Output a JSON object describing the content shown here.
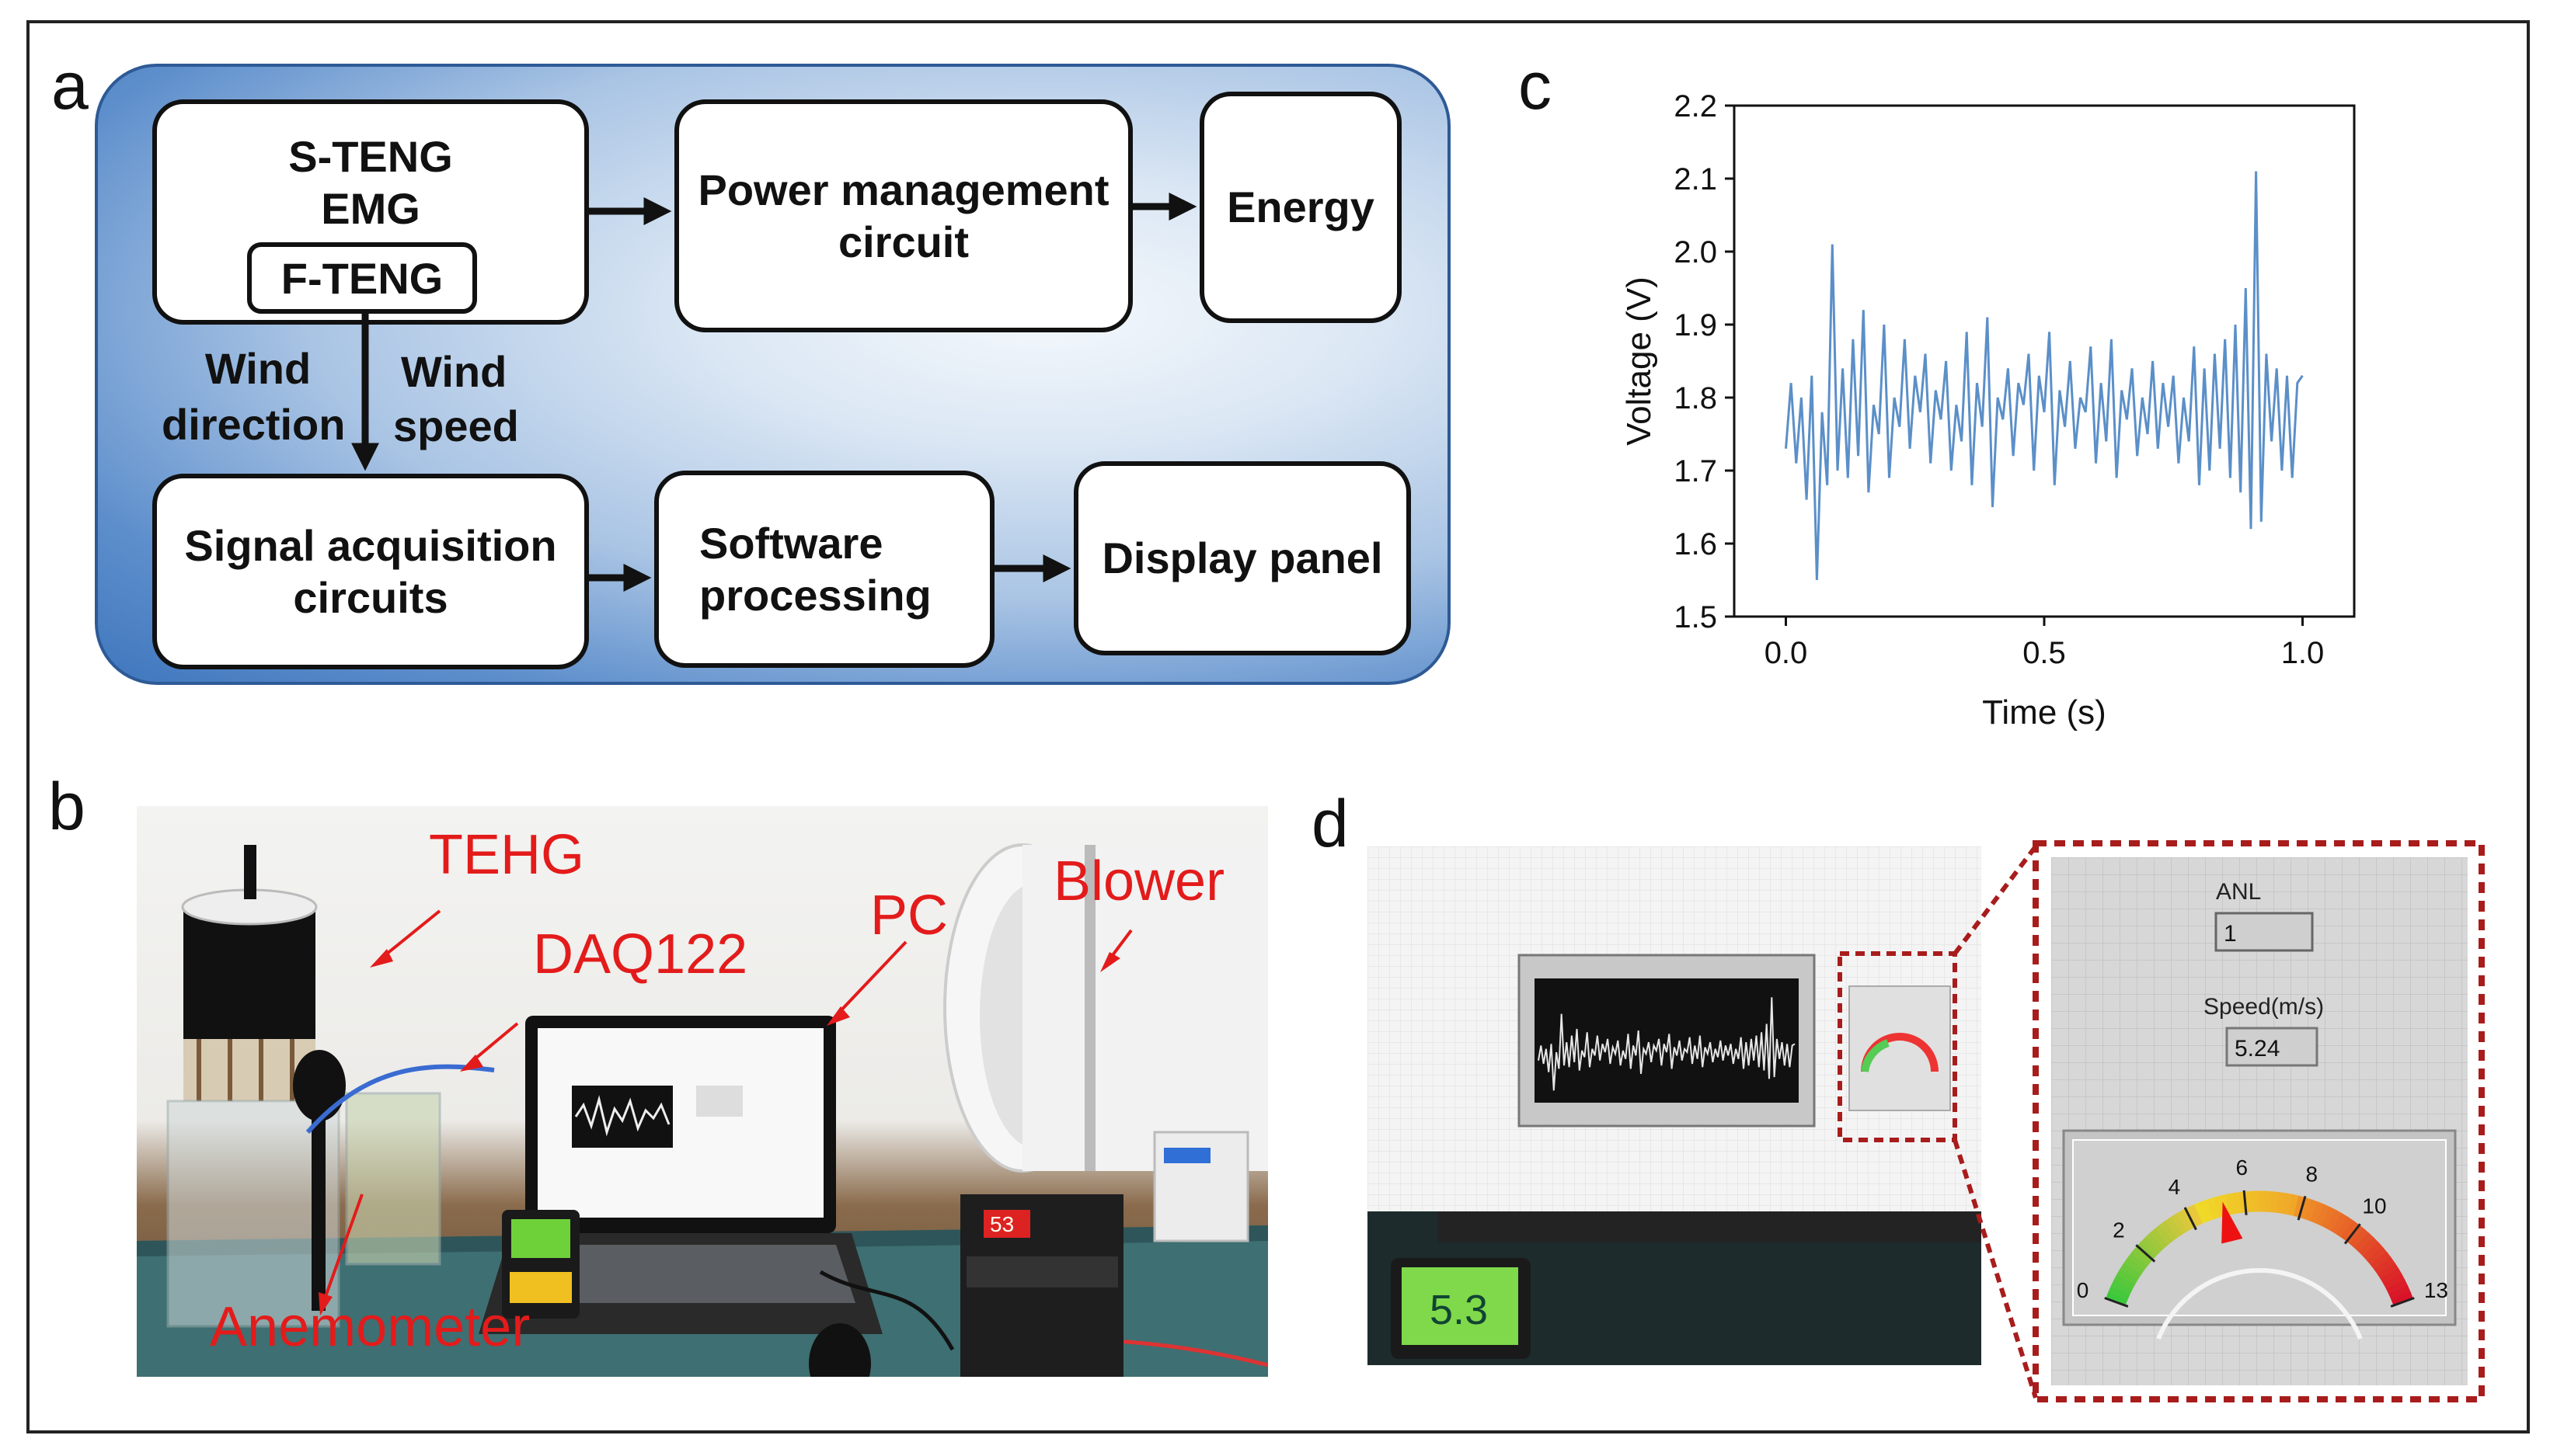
{
  "panels": {
    "a": "a",
    "b": "b",
    "c": "c",
    "d": "d"
  },
  "diagram": {
    "steng_line1": "S-TENG",
    "steng_line2": "EMG",
    "fteng": "F-TENG",
    "power_line1": "Power management",
    "power_line2": "circuit",
    "energy": "Energy",
    "signal_line1": "Signal acquisition",
    "signal_line2": "circuits",
    "software_line1": "Software",
    "software_line2": "processing",
    "display": "Display panel",
    "wind_direction_line1": "Wind",
    "wind_direction_line2": "direction",
    "wind_speed_line1": "Wind",
    "wind_speed_line2": "speed"
  },
  "photo_b": {
    "tehg": "TEHG",
    "daq": "DAQ122",
    "pc": "PC",
    "blower": "Blower",
    "anemometer": "Anemometer",
    "meter_reading": "53"
  },
  "panel_d": {
    "anl_label": "ANL",
    "anl_value": "1",
    "speed_label": "Speed(m/s)",
    "speed_value": "5.24",
    "gauge_ticks": [
      "0",
      "2",
      "4",
      "6",
      "8",
      "10",
      "13"
    ],
    "gauge_value": 5.24,
    "meter_reading": "5.3"
  },
  "chart_data": {
    "type": "line",
    "xlabel": "Time (s)",
    "ylabel": "Voltage (V)",
    "xlim": [
      -0.1,
      1.1
    ],
    "ylim": [
      1.5,
      2.2
    ],
    "xticks": [
      0.0,
      0.5,
      1.0
    ],
    "xtick_labels": [
      "0.0",
      "0.5",
      "1.0"
    ],
    "yticks": [
      1.5,
      1.6,
      1.7,
      1.8,
      1.9,
      2.0,
      2.1,
      2.2
    ],
    "ytick_labels": [
      "1.5",
      "1.6",
      "1.7",
      "1.8",
      "1.9",
      "2.0",
      "2.1",
      "2.2"
    ],
    "grid": false,
    "color": "#5b8fc8",
    "series": [
      {
        "x": [
          0.0,
          0.01,
          0.02,
          0.03,
          0.04,
          0.05,
          0.06,
          0.07,
          0.08,
          0.09,
          0.1,
          0.11,
          0.12,
          0.13,
          0.14,
          0.15,
          0.16,
          0.17,
          0.18,
          0.19,
          0.2,
          0.21,
          0.22,
          0.23,
          0.24,
          0.25,
          0.26,
          0.27,
          0.28,
          0.29,
          0.3,
          0.31,
          0.32,
          0.33,
          0.34,
          0.35,
          0.36,
          0.37,
          0.38,
          0.39,
          0.4,
          0.41,
          0.42,
          0.43,
          0.44,
          0.45,
          0.46,
          0.47,
          0.48,
          0.49,
          0.5,
          0.51,
          0.52,
          0.53,
          0.54,
          0.55,
          0.56,
          0.57,
          0.58,
          0.59,
          0.6,
          0.61,
          0.62,
          0.63,
          0.64,
          0.65,
          0.66,
          0.67,
          0.68,
          0.69,
          0.7,
          0.71,
          0.72,
          0.73,
          0.74,
          0.75,
          0.76,
          0.77,
          0.78,
          0.79,
          0.8,
          0.81,
          0.82,
          0.83,
          0.84,
          0.85,
          0.86,
          0.87,
          0.88,
          0.89,
          0.9,
          0.91,
          0.92,
          0.93,
          0.94,
          0.95,
          0.96,
          0.97,
          0.98,
          0.99,
          1.0
        ],
        "y": [
          1.73,
          1.82,
          1.71,
          1.8,
          1.66,
          1.83,
          1.55,
          1.78,
          1.68,
          2.01,
          1.7,
          1.84,
          1.69,
          1.88,
          1.72,
          1.92,
          1.67,
          1.79,
          1.75,
          1.9,
          1.69,
          1.8,
          1.76,
          1.88,
          1.73,
          1.83,
          1.78,
          1.86,
          1.71,
          1.81,
          1.77,
          1.85,
          1.7,
          1.79,
          1.74,
          1.89,
          1.68,
          1.82,
          1.76,
          1.91,
          1.65,
          1.8,
          1.77,
          1.84,
          1.72,
          1.82,
          1.79,
          1.86,
          1.7,
          1.83,
          1.78,
          1.89,
          1.68,
          1.81,
          1.76,
          1.85,
          1.73,
          1.8,
          1.78,
          1.87,
          1.71,
          1.82,
          1.74,
          1.88,
          1.69,
          1.81,
          1.77,
          1.84,
          1.72,
          1.8,
          1.75,
          1.85,
          1.73,
          1.82,
          1.76,
          1.83,
          1.71,
          1.8,
          1.74,
          1.87,
          1.68,
          1.84,
          1.7,
          1.86,
          1.73,
          1.88,
          1.69,
          1.9,
          1.67,
          1.95,
          1.62,
          2.11,
          1.63,
          1.86,
          1.74,
          1.84,
          1.7,
          1.83,
          1.69,
          1.82,
          1.83
        ]
      }
    ]
  }
}
